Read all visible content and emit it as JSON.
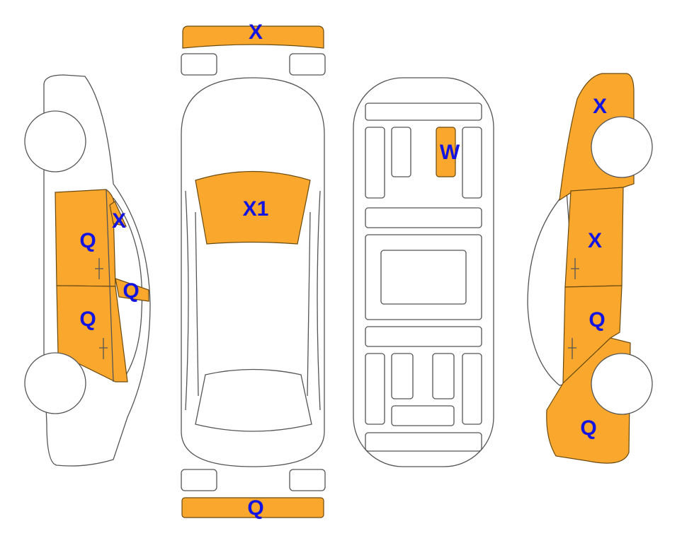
{
  "colors": {
    "damage": "#F9A82D",
    "label": "#1414E0",
    "outline": "#555555"
  },
  "labels": {
    "front_bumper": "X",
    "windshield": "X1",
    "roof_interior": "W",
    "right_front_fender": "X",
    "right_front_door": "X",
    "right_rear_door": "Q",
    "right_rear_quarter": "Q",
    "rear_bumper": "Q",
    "left_front_door": "Q",
    "left_mirror": "X",
    "left_pillar": "Q",
    "left_rear_door": "Q"
  }
}
